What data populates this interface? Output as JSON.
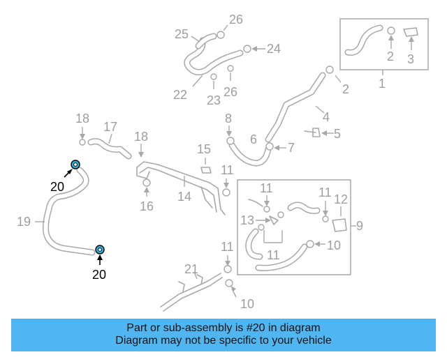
{
  "banner": {
    "line1": "Part or sub-assembly is #20 in diagram",
    "line2": "Diagram may not be specific to your vehicle",
    "color": "#4fb6f1"
  },
  "highlight": {
    "part_number": "20",
    "color": "#2bb3d9"
  },
  "callouts": {
    "c1": "1",
    "c2a": "2",
    "c2b": "2",
    "c3": "3",
    "c4": "4",
    "c5": "5",
    "c6": "6",
    "c7": "7",
    "c8": "8",
    "c9": "9",
    "c10a": "10",
    "c10b": "10",
    "c11a": "11",
    "c11b": "11",
    "c11c": "11",
    "c11d": "11",
    "c11e": "11",
    "c12": "12",
    "c13": "13",
    "c14": "14",
    "c15": "15",
    "c16": "16",
    "c17": "17",
    "c18a": "18",
    "c18b": "18",
    "c19": "19",
    "c20a": "20",
    "c20b": "20",
    "c21": "21",
    "c22": "22",
    "c23": "23",
    "c24": "24",
    "c25": "25",
    "c26a": "26",
    "c26b": "26"
  }
}
